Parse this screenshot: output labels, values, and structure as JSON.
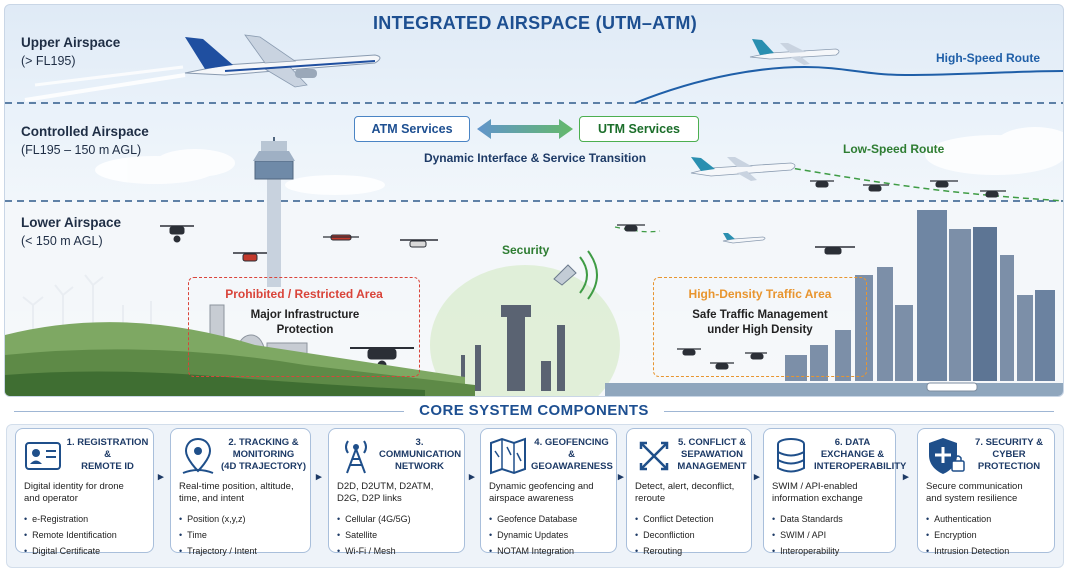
{
  "title": "INTEGRATED AIRSPACE (UTM–ATM)",
  "layers": [
    {
      "name": "Upper Airspace",
      "range": "(> FL195)"
    },
    {
      "name": "Controlled Airspace",
      "range": "(FL195 – 150 m AGL)"
    },
    {
      "name": "Lower Airspace",
      "range": "(< 150 m AGL)"
    }
  ],
  "routes": {
    "high": "High-Speed Route",
    "low": "Low-Speed Route"
  },
  "services": {
    "atm": "ATM Services",
    "utm": "UTM Services",
    "caption": "Dynamic Interface & Service Transition"
  },
  "zones": {
    "restricted": {
      "title": "Prohibited / Restricted Area",
      "subtitle_line1": "Major Infrastructure",
      "subtitle_line2": "Protection"
    },
    "security": "Security",
    "density": {
      "title": "High-Density Traffic Area",
      "subtitle_line1": "Safe Traffic Management",
      "subtitle_line2": "under High Density"
    }
  },
  "colors": {
    "title_blue": "#1d4f91",
    "restricted_red": "#d9443a",
    "density_orange": "#e8952f",
    "utm_green": "#4caf50",
    "route_blue": "#1f5fa8"
  },
  "core_title": "CORE SYSTEM COMPONENTS",
  "components": [
    {
      "icon": "id-card-icon",
      "title1": "1. REGISTRATION &",
      "title2": "REMOTE ID",
      "title3": "",
      "desc1": "Digital identity for drone",
      "desc2": "and operator",
      "desc3": "",
      "items": [
        "e-Registration",
        "Remote Identification",
        "Digital Certificate"
      ]
    },
    {
      "icon": "location-pin-icon",
      "title1": "2. TRACKING &",
      "title2": "MONITORING",
      "title3": "(4D TRAJECTORY)",
      "desc1": "Real-time position, altitude,",
      "desc2": "time, and intent",
      "desc3": "",
      "items": [
        "Position (x,y,z)",
        "Time",
        "Trajectory / Intent"
      ]
    },
    {
      "icon": "antenna-icon",
      "title1": "3. COMMUNICATION",
      "title2": "NETWORK",
      "title3": "",
      "desc1": "D2D, D2UTM, D2ATM,",
      "desc2": "D2G, D2P links",
      "desc3": "",
      "items": [
        "Cellular (4G/5G)",
        "Satellite",
        "Wi-Fi / Mesh"
      ]
    },
    {
      "icon": "map-icon",
      "title1": "4. GEOFENCING &",
      "title2": "GEOAWARENESS",
      "title3": "",
      "desc1": "Dynamic geofencing and",
      "desc2": "airspace awareness",
      "desc3": "",
      "items": [
        "Geofence Database",
        "Dynamic Updates",
        "NOTAM Integration"
      ]
    },
    {
      "icon": "crossed-arrows-icon",
      "title1": "5. CONFLICT &",
      "title2": "SEPAWATION",
      "title3": "MANAGEMENT",
      "desc1": "Detect, alert, deconflict,",
      "desc2": "reroute",
      "desc3": "",
      "items": [
        "Conflict Detection",
        "Deconfliction",
        "Rerouting"
      ]
    },
    {
      "icon": "database-icon",
      "title1": "6. DATA EXCHANGE &",
      "title2": "INTEROPERABILITY",
      "title3": "",
      "desc1": "SWIM / API-enabled",
      "desc2": "information exchange",
      "desc3": "",
      "items": [
        "Data Standards",
        "SWIM / API",
        "Interoperability"
      ]
    },
    {
      "icon": "shield-lock-icon",
      "title1": "7. SECURITY &",
      "title2": "CYBER PROTECTION",
      "title3": "",
      "desc1": "Secure communication",
      "desc2": "and system resilience",
      "desc3": "",
      "items": [
        "Authentication",
        "Encryption",
        "Intrusion Detection"
      ]
    }
  ]
}
